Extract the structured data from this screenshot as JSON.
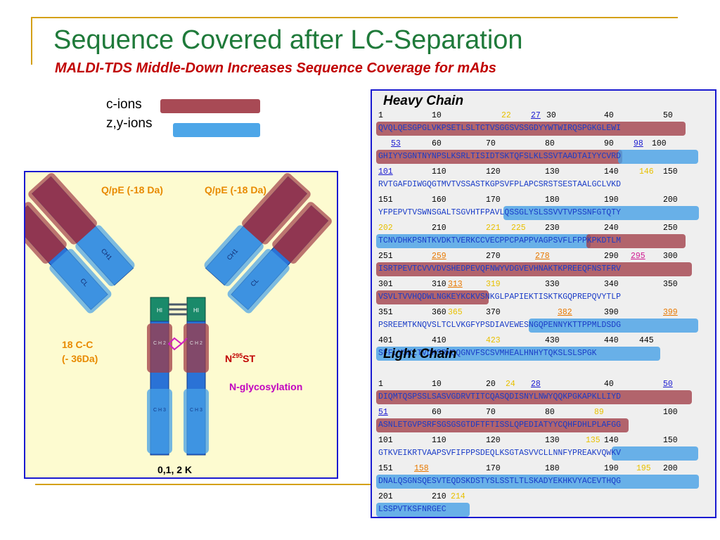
{
  "title": "Sequence Covered after LC-Separation",
  "subtitle": "MALDI-TDS Middle-Down Increases Sequence Coverage for mAbs",
  "legend": {
    "c_ions": "c-ions",
    "zy_ions": "z,y-ions",
    "c_color": "#a84a55",
    "z_color": "#4da6e8"
  },
  "antibody": {
    "pe_left": "Q/pE (-18 Da)",
    "pe_right": "Q/pE (-18 Da)",
    "cc_line1": "18 C-C",
    "cc_line2": "(- 36Da)",
    "nst_prefix": "N",
    "nst_sup": "295",
    "nst_suffix": "ST",
    "glyco": "N-glycosylation",
    "lysine": "0,1, 2 K",
    "domains": {
      "ch1": "CH1",
      "cl": "CL",
      "hinge": "HI",
      "ch2": "C H 2",
      "ch3": "C H 3"
    }
  },
  "heavy_chain": {
    "title": "Heavy Chain",
    "rows": [
      {
        "positions": [
          "1",
          "10",
          "22",
          "27",
          "30",
          "40",
          "50"
        ],
        "sequence": "QVQLQESGPGLVKPSETLSLTCTVSGGSVSSGDYYWTWIRQSPGKGLEWI"
      },
      {
        "positions": [
          "53",
          "60",
          "70",
          "80",
          "90",
          "98",
          "100"
        ],
        "sequence": "GHIYYSGNTNYNPSLKSRLTISIDTSKTQFSLKLSSVTAADTAIYYCVRD"
      },
      {
        "positions": [
          "101",
          "110",
          "120",
          "130",
          "140",
          "146",
          "150"
        ],
        "sequence": "RVTGAFDIWGQGTMVTVSSASTKGPSVFPLAPCSRSTSESTAALGCLVKD"
      },
      {
        "positions": [
          "151",
          "160",
          "170",
          "180",
          "190",
          "200"
        ],
        "sequence": "YFPEPVTVSWNSGALTSGVHTFPAVLQSSGLYSLSSVVTVPSSNFGTQTY"
      },
      {
        "positions": [
          "202",
          "210",
          "221",
          "225",
          "230",
          "240",
          "250"
        ],
        "sequence": "TCNVDHKPSNTKVDKTVERKCCVECPPCPAPPVAGPSVFLFPPKPKDTLM"
      },
      {
        "positions": [
          "251",
          "259",
          "270",
          "278",
          "290",
          "295",
          "300"
        ],
        "sequence": "ISRTPEVTCVVVDVSHEDPEVQFNWYVDGVEVHNAKTKPREEQFNSTFRV"
      },
      {
        "positions": [
          "301",
          "310",
          "313",
          "319",
          "330",
          "340",
          "350"
        ],
        "sequence": "VSVLTVVHQDWLNGKEYKCKVSNKGLPAPIEKTISKTKGQPREPQVYTLP"
      },
      {
        "positions": [
          "351",
          "360",
          "365",
          "370",
          "382",
          "390",
          "399"
        ],
        "sequence": "PSREEMTKNQVSLTCLVKGFYPSDIAVEWESNGQPENNYKTTPPMLDSDG"
      },
      {
        "positions": [
          "401",
          "410",
          "423",
          "430",
          "440",
          "445"
        ],
        "sequence": "SFFLYSKLTVDKSRWQQGNVFSCSVMHEALHNHYTQKSLSLSPGK"
      }
    ]
  },
  "light_chain": {
    "title": "Light Chain",
    "rows": [
      {
        "positions": [
          "1",
          "10",
          "20",
          "24",
          "28",
          "40",
          "50"
        ],
        "sequence": "DIQMTQSPSSLSASVGDRVTITCQASQDISNYLNWYQQKPGKAPKLLIYD"
      },
      {
        "positions": [
          "51",
          "60",
          "70",
          "80",
          "89",
          "100"
        ],
        "sequence": "ASNLETGVPSRFSGSGSGTDFTFTISSLQPEDIATYYCQHFDHLPLAFGG"
      },
      {
        "positions": [
          "101",
          "110",
          "120",
          "130",
          "135",
          "140",
          "150"
        ],
        "sequence": "GTKVEIKRTVAAPSVFIFPPSDEQLKSGTASVVCLLNNFYPREAKVQWKV"
      },
      {
        "positions": [
          "151",
          "158",
          "170",
          "180",
          "190",
          "195",
          "200"
        ],
        "sequence": "DNALQSGNSQESVTEQDSKDSTYSLSSTLTLSKADYEKHKVYACEVTHQG"
      },
      {
        "positions": [
          "201",
          "210",
          "214"
        ],
        "sequence": "LSSPVTKSFNRGEC"
      }
    ]
  }
}
